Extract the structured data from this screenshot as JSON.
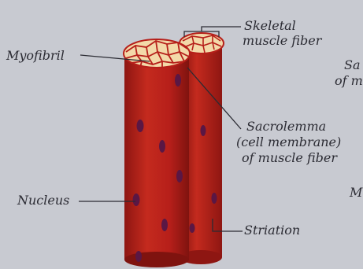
{
  "labels": {
    "skeletal_line1": "Skeletal",
    "skeletal_line2": "muscle fiber",
    "myofibril": "Myofibril",
    "sarcolemma_line1": "Sacrolemma",
    "sarcolemma_line2": "(cell membrane)",
    "sarcolemma_line3": "of muscle fiber",
    "nucleus": "Nucleus",
    "striation": "Striation",
    "cut_right_1": "Sa",
    "cut_right_2": "of m",
    "cut_right_3": "M"
  },
  "colors": {
    "background": "#c8cad1",
    "muscle": "#b61f1a",
    "muscle_dark": "#8e1612",
    "muscle_light": "#d33b2a",
    "myofibril_top": "#f3d9a9",
    "nucleus": "#5a1744",
    "leader": "#2b2b33"
  }
}
